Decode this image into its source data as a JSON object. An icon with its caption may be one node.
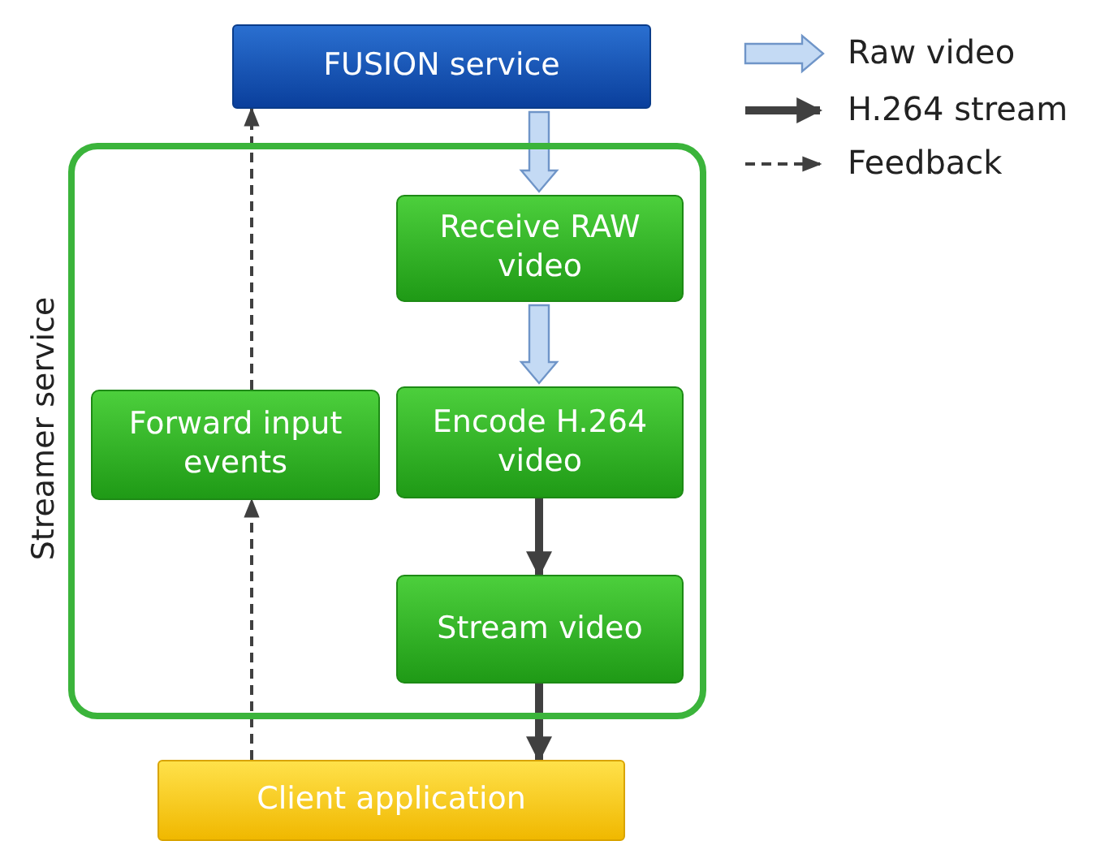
{
  "diagram": {
    "nodes": [
      {
        "text": [
          "FUSION service"
        ]
      },
      {
        "text": [
          "Streamer service"
        ]
      },
      {
        "text": [
          "Receive RAW video"
        ],
        "in": 1
      },
      {
        "text": [
          "Forward input events"
        ],
        "in": 1
      },
      {
        "text": [
          "Encode H.264 video"
        ],
        "in": 1
      },
      {
        "text": [
          "Stream video"
        ],
        "in": 1
      },
      {
        "text": [
          "Client application"
        ]
      }
    ],
    "edges": [
      {
        "from": 0,
        "to": 2,
        "arrow": "to",
        "style": "thick",
        "color": "#c4daf4"
      },
      {
        "from": 2,
        "to": 4,
        "arrow": "to",
        "style": "thick",
        "color": "#c4daf4"
      },
      {
        "from": 4,
        "to": 5,
        "arrow": "to",
        "style": "thick"
      },
      {
        "from": 5,
        "to": 6,
        "arrow": "to",
        "style": "thick"
      },
      {
        "from": 6,
        "to": 3,
        "arrow": "to",
        "style": "dashed"
      },
      {
        "from": 3,
        "to": 0,
        "arrow": "to",
        "style": "dashed"
      }
    ],
    "legend": [
      {
        "text": "Raw video"
      },
      {
        "text": "H.264 stream"
      },
      {
        "text": "Feedback"
      }
    ]
  }
}
